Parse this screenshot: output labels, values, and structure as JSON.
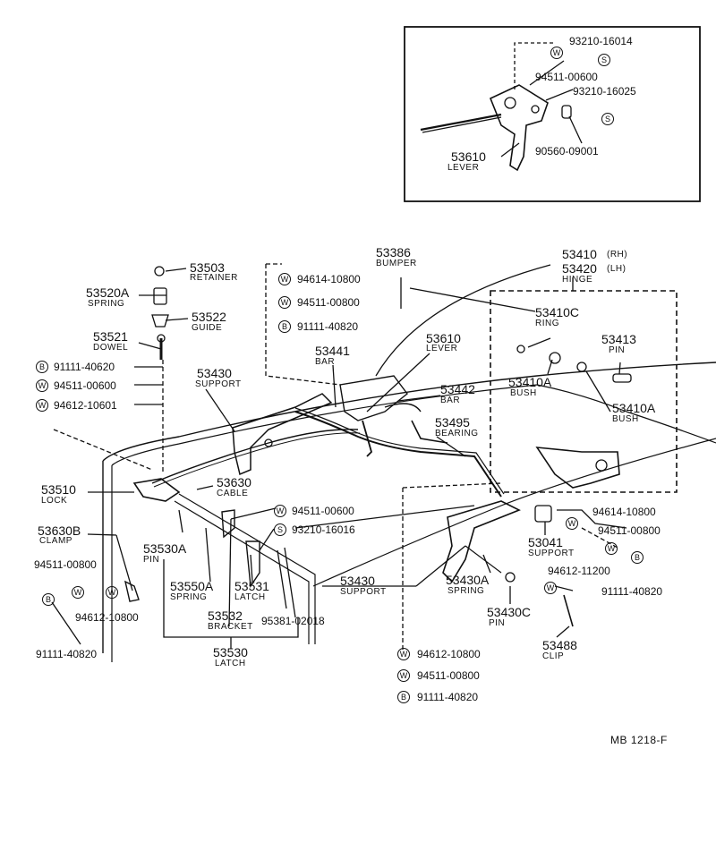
{
  "inset": {
    "lever": {
      "number": "53610",
      "name": "LEVER"
    },
    "codes": [
      {
        "id": "i1",
        "text": "93210-16014"
      },
      {
        "id": "i2",
        "text": "94511-00600"
      },
      {
        "id": "i3",
        "text": "93210-16025"
      },
      {
        "id": "i4",
        "text": "90560-09001"
      }
    ],
    "badges": {
      "w": "W",
      "s": "S"
    }
  },
  "parts": [
    {
      "id": "53503",
      "number": "53503",
      "name": "RETAINER"
    },
    {
      "id": "53520A",
      "number": "53520A",
      "name": "SPRING"
    },
    {
      "id": "53522",
      "number": "53522",
      "name": "GUIDE"
    },
    {
      "id": "53521",
      "number": "53521",
      "name": "DOWEL"
    },
    {
      "id": "53386",
      "number": "53386",
      "name": "BUMPER"
    },
    {
      "id": "53410rh",
      "number": "53410",
      "suffix": "(RH)"
    },
    {
      "id": "53420lh",
      "number": "53420",
      "suffix": "(LH)",
      "name": "HINGE"
    },
    {
      "id": "53410C",
      "number": "53410C",
      "name": "RING"
    },
    {
      "id": "53413",
      "number": "53413",
      "name": "PIN"
    },
    {
      "id": "53410A1",
      "number": "53410A",
      "name": "BUSH"
    },
    {
      "id": "53410A2",
      "number": "53410A",
      "name": "BUSH"
    },
    {
      "id": "53441",
      "number": "53441",
      "name": "BAR"
    },
    {
      "id": "53610m",
      "number": "53610",
      "name": "LEVER"
    },
    {
      "id": "53442",
      "number": "53442",
      "name": "BAR"
    },
    {
      "id": "53495",
      "number": "53495",
      "name": "BEARING"
    },
    {
      "id": "53430u",
      "number": "53430",
      "name": "SUPPORT"
    },
    {
      "id": "53510",
      "number": "53510",
      "name": "LOCK"
    },
    {
      "id": "53630",
      "number": "53630",
      "name": "CABLE"
    },
    {
      "id": "53630B",
      "number": "53630B",
      "name": "CLAMP"
    },
    {
      "id": "53530A",
      "number": "53530A",
      "name": "PIN"
    },
    {
      "id": "53550A",
      "number": "53550A",
      "name": "SPRING"
    },
    {
      "id": "53531",
      "number": "53531",
      "name": "LATCH"
    },
    {
      "id": "53532",
      "number": "53532",
      "name": "BRACKET"
    },
    {
      "id": "53530",
      "number": "53530",
      "name": "LATCH"
    },
    {
      "id": "53430l",
      "number": "53430",
      "name": "SUPPORT"
    },
    {
      "id": "53430A",
      "number": "53430A",
      "name": "SPRING"
    },
    {
      "id": "53430C",
      "number": "53430C",
      "name": "PIN"
    },
    {
      "id": "53041",
      "number": "53041",
      "name": "SUPPORT"
    },
    {
      "id": "53488",
      "number": "53488",
      "name": "CLIP"
    }
  ],
  "legend_codes": [
    {
      "id": "c1",
      "badge": "W",
      "text": "94614-10800"
    },
    {
      "id": "c2",
      "badge": "W",
      "text": "94511-00800"
    },
    {
      "id": "c3",
      "badge": "B",
      "text": "91111-40820"
    },
    {
      "id": "c4",
      "badge": "B",
      "text": "91111-40620"
    },
    {
      "id": "c5",
      "badge": "W",
      "text": "94511-00600"
    },
    {
      "id": "c6",
      "badge": "W",
      "text": "94612-10601"
    },
    {
      "id": "c7",
      "badge": "W",
      "text": "94511-00600"
    },
    {
      "id": "c8",
      "badge": "S",
      "text": "93210-16016"
    },
    {
      "id": "c9",
      "text": "95381-02018"
    },
    {
      "id": "c10",
      "text": "94511-00800"
    },
    {
      "id": "c11",
      "text": "94612-10800"
    },
    {
      "id": "c12",
      "text": "91111-40820"
    },
    {
      "id": "c13",
      "text": "94614-10800"
    },
    {
      "id": "c14",
      "text": "94511-00800"
    },
    {
      "id": "c15",
      "text": "94612-11200"
    },
    {
      "id": "c16",
      "text": "91111-40820"
    },
    {
      "id": "c17",
      "badge": "W",
      "text": "94612-10800"
    },
    {
      "id": "c18",
      "badge": "W",
      "text": "94511-00800"
    },
    {
      "id": "c19",
      "badge": "B",
      "text": "91111-40820"
    }
  ],
  "badge_letters": {
    "w": "W",
    "b": "B",
    "s": "S"
  },
  "footer": {
    "code": "MB  1218-F"
  }
}
